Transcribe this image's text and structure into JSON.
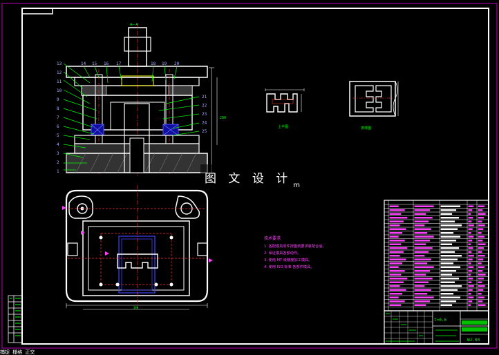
{
  "drawing": {
    "callouts_left": [
      "13",
      "12",
      "11",
      "10",
      "9",
      "8",
      "7",
      "6",
      "5",
      "4",
      "3",
      "2",
      "1"
    ],
    "callouts_top": [
      "14",
      "15",
      "16",
      "17",
      "18",
      "19",
      "20"
    ],
    "callouts_right": [
      "21",
      "22",
      "23",
      "24",
      "25"
    ],
    "top_label": "A—A",
    "view_upper_caption": "上半图",
    "view_part_caption": "排样图",
    "tech_req": {
      "title": "技术要求",
      "items": [
        "1. 各配模具零件按图纸要求装配合适。",
        "2. 保证模具各部动作。",
        "3. 使用 MT 级精度加工模具。",
        "4. 使用 ISO 标准 各部件模具。"
      ]
    },
    "title_block": {
      "thickness": "t=0.6",
      "drawing_no": "WJ-00"
    },
    "watermark": "图 文 设 计",
    "watermark_suffix": "m"
  },
  "status_bar": "捕捉 栅格 正交"
}
